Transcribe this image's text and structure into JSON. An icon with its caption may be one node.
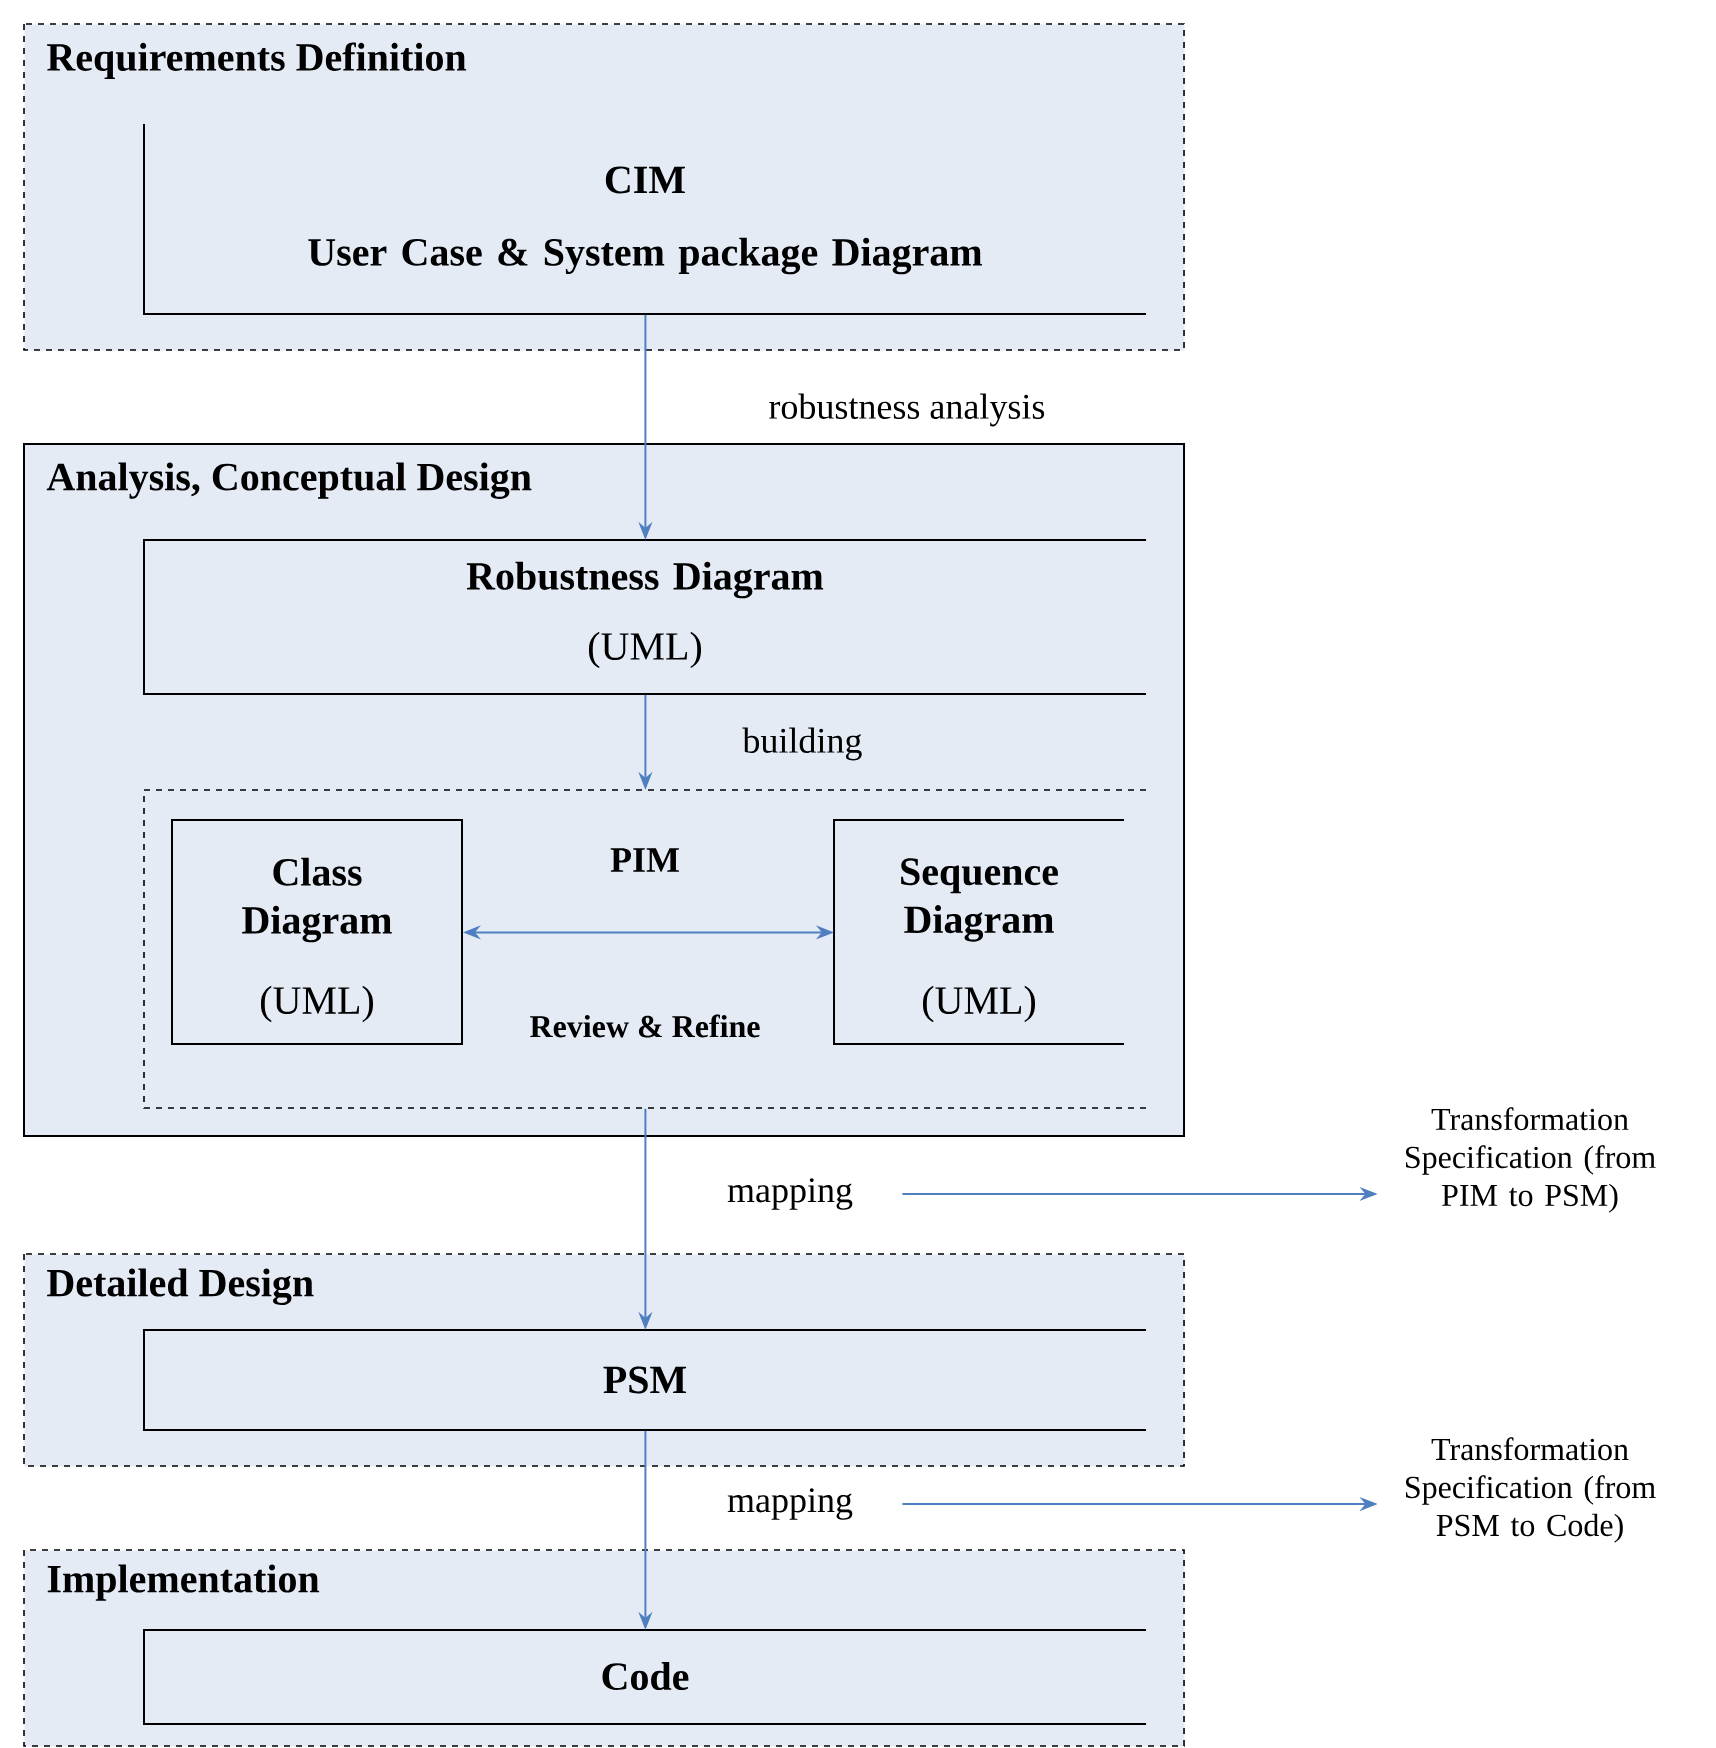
{
  "diagram": {
    "nodes": [
      {
        "text": [
          "Requirements Definition"
        ]
      },
      {
        "text": [
          "CIM",
          "User Case & System package Diagram"
        ],
        "in": 0
      },
      {
        "text": [
          "Analysis, Conceptual Design"
        ]
      },
      {
        "text": [
          "Robustness Diagram",
          "(UML)"
        ],
        "in": 2
      },
      {
        "text": [
          "PIM"
        ],
        "in": 2
      },
      {
        "text": [
          "Class Diagram",
          "(UML)"
        ],
        "in": 4
      },
      {
        "text": [
          "Sequence Diagram",
          "(UML)"
        ],
        "in": 4
      },
      {
        "text": [
          "Detailed Design"
        ]
      },
      {
        "text": [
          "PSM"
        ],
        "in": 7
      },
      {
        "text": [
          "Implementation"
        ]
      },
      {
        "text": [
          "Code"
        ],
        "in": 9
      },
      {
        "text": [
          "mapping"
        ]
      },
      {
        "text": [
          "Transformation Specification (from PIM to PSM)"
        ]
      },
      {
        "text": [
          "mapping"
        ]
      },
      {
        "text": [
          "Transformation Specification (from PSM to Code)"
        ]
      }
    ],
    "edges": [
      {
        "from": 1,
        "to": 3,
        "arrow": "to",
        "label": "robustness analysis"
      },
      {
        "from": 3,
        "to": 4,
        "arrow": "to",
        "label": "building"
      },
      {
        "from": 5,
        "to": 6,
        "arrow": "both",
        "label": "Review & Refine"
      },
      {
        "from": 4,
        "to": 8,
        "arrow": "to"
      },
      {
        "from": 11,
        "to": 12,
        "arrow": "to"
      },
      {
        "from": 8,
        "to": 10,
        "arrow": "to"
      },
      {
        "from": 13,
        "to": 14,
        "arrow": "to"
      }
    ]
  }
}
